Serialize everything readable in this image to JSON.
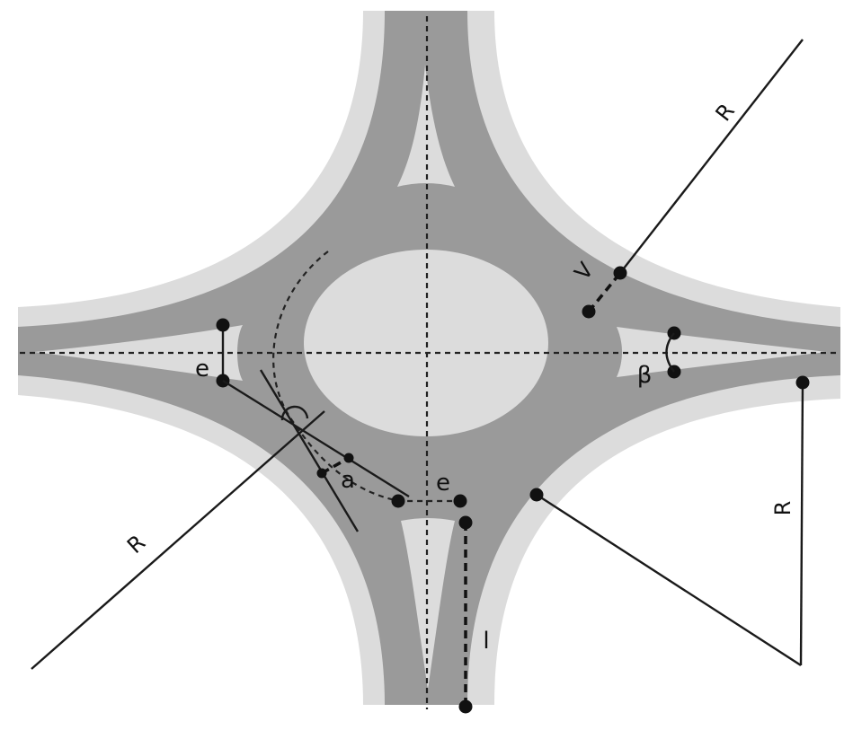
{
  "colors": {
    "road": "#9a9a9a",
    "shoulder_and_islands": "#dcdcdc",
    "lines": "#111111",
    "background": "#ffffff"
  },
  "labels": {
    "entry_width_left": "e",
    "entry_width_bottom": "e",
    "radius_top_right": "R",
    "radius_bottom_left": "R",
    "radius_bottom_right": "R",
    "deflection": "V",
    "angle_beta": "β",
    "offset_a": "a",
    "length_l": "l"
  }
}
